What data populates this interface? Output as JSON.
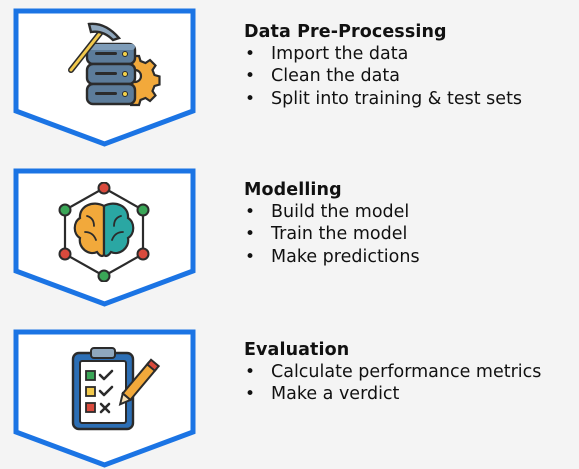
{
  "colors": {
    "frame": "#1b74e4",
    "background": "#f4f4f4",
    "text": "#111111"
  },
  "steps": [
    {
      "icon": "server-gear-pickaxe-icon",
      "title": "Data Pre-Processing",
      "items": [
        "Import the data",
        "Clean the data",
        "Split into training & test sets"
      ]
    },
    {
      "icon": "brain-network-icon",
      "title": "Modelling",
      "items": [
        "Build the model",
        "Train the model",
        "Make predictions"
      ]
    },
    {
      "icon": "checklist-pencil-icon",
      "title": "Evaluation",
      "items": [
        "Calculate performance metrics",
        "Make a verdict"
      ]
    }
  ]
}
